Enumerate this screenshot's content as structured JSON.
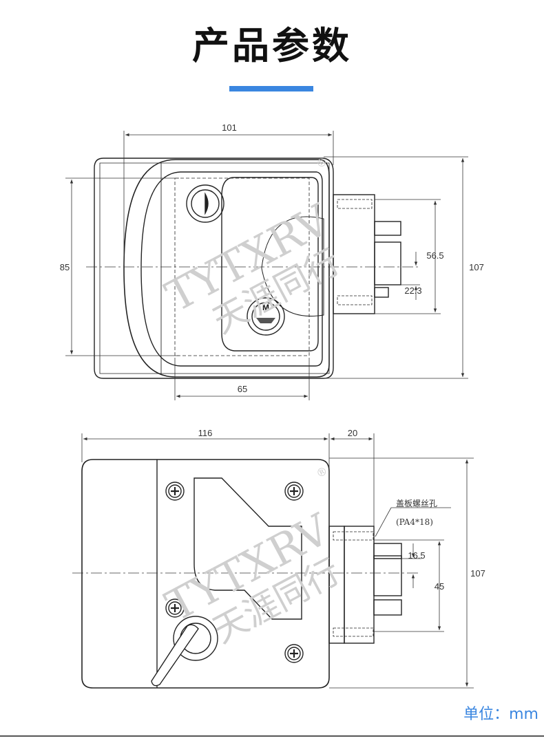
{
  "header": {
    "title": "产品参数"
  },
  "front_view": {
    "dims": {
      "width_top": "101",
      "height_left": "85",
      "height_right": "107",
      "right_span": "56.5",
      "right_offset": "22.3",
      "bottom": "65"
    },
    "key_label": "M"
  },
  "side_view": {
    "dims": {
      "width_top": "116",
      "depth_top": "20",
      "height_right": "107",
      "inner_small": "16.5",
      "inner_span": "45"
    },
    "note_line1": "盖板螺丝孔",
    "note_line2": "(PA4*18)"
  },
  "watermark": {
    "line1": "TYTXRV",
    "line2": "天涯同行",
    "mark": "®"
  },
  "footer": {
    "unit_label": "单位：mm"
  }
}
